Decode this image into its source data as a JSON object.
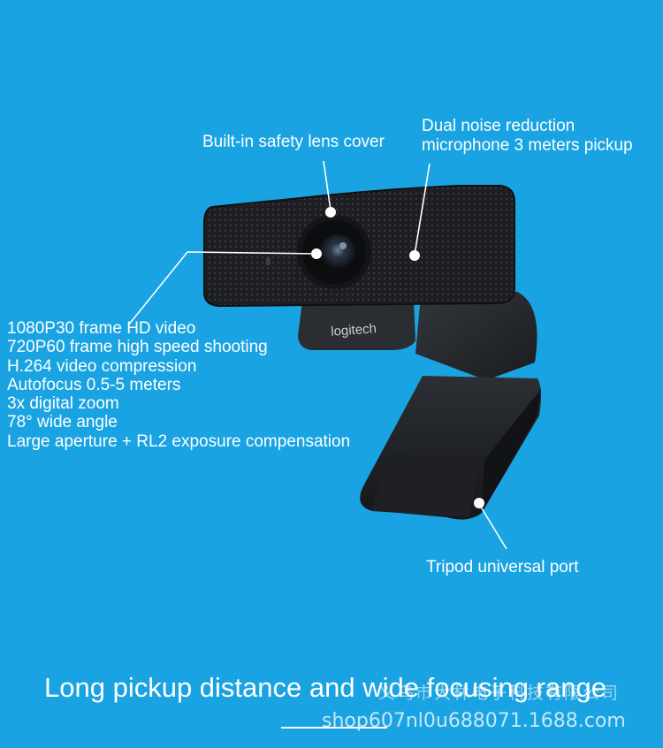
{
  "labels": {
    "lens_cover": "Built-in safety lens cover",
    "mic_line1": "Dual noise reduction",
    "mic_line2": "microphone 3 meters pickup",
    "tripod": "Tripod universal port"
  },
  "specs": [
    "1080P30 frame HD video",
    "720P60 frame high speed shooting",
    "H.264 video compression",
    "Autofocus 0.5-5 meters",
    "3x digital zoom",
    "78° wide angle",
    "Large aperture + RL2 exposure compensation"
  ],
  "brand": "logitech",
  "headline": "Long pickup distance and wide focusing range",
  "watermark": {
    "company": "义乌市大林电子科技有限公司",
    "url": "shop607nl0u688071.1688.com"
  },
  "colors": {
    "background": "#1aa3e2",
    "camera_body": "#1f2124"
  }
}
